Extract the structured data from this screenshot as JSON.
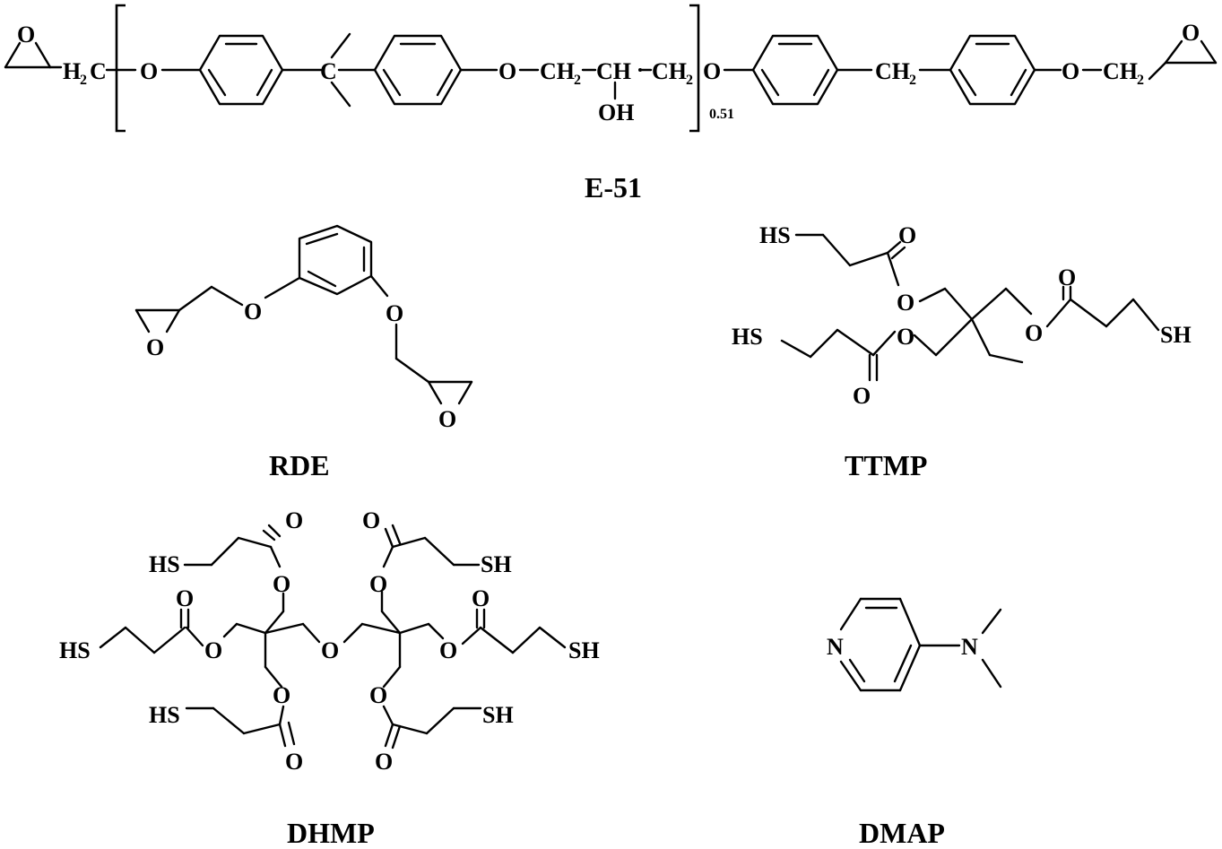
{
  "captions": {
    "e51": "E-51",
    "rde": "RDE",
    "ttmp": "TTMP",
    "dhmp": "DHMP",
    "dmap": "DMAP"
  },
  "e51": {
    "epoxide_o_left": "O",
    "h2c": "H",
    "h2c_sub": "2",
    "h2c_c": "C",
    "o1": "O",
    "c_quat": "C",
    "o2": "O",
    "ch2_a": "CH",
    "ch2_a_sub": "2",
    "ch": "CH",
    "oh": "OH",
    "ch2_b": "CH",
    "ch2_b_sub": "2",
    "repeat_n": "0.51",
    "o3": "O",
    "ch2_bridge": "CH",
    "ch2_bridge_sub": "2",
    "o4": "O",
    "ch2_end": "CH",
    "ch2_end_sub": "2",
    "epoxide_o_right": "O"
  },
  "rde": {
    "o_ether_1": "O",
    "o_ether_2": "O",
    "o_epox_1": "O",
    "o_epox_2": "O"
  },
  "ttmp": {
    "hs_top": "HS",
    "o_carbonyl_top": "O",
    "o_ester_top": "O",
    "hs_left": "HS",
    "o_ester_left": "O",
    "o_carbonyl_left": "O",
    "o_ester_right": "O",
    "o_carbonyl_right": "O",
    "sh_right": "SH"
  },
  "dhmp": {
    "o_top_l_carbonyl": "O",
    "hs_top_l": "HS",
    "o_top_l_ester": "O",
    "o_top_r_carbonyl": "O",
    "sh_top_r": "SH",
    "o_top_r_ester": "O",
    "o_mid_l_carbonyl": "O",
    "hs_mid_l": "HS",
    "o_mid_l_ester": "O",
    "o_center": "O",
    "o_mid_r_ester": "O",
    "o_mid_r_carbonyl": "O",
    "sh_mid_r": "SH",
    "o_bot_l_ester": "O",
    "hs_bot_l": "HS",
    "o_bot_l_carbonyl": "O",
    "o_bot_r_ester": "O",
    "sh_bot_r": "SH",
    "o_bot_r_carbonyl": "O"
  },
  "dmap": {
    "n_ring": "N",
    "n_amine": "N"
  }
}
